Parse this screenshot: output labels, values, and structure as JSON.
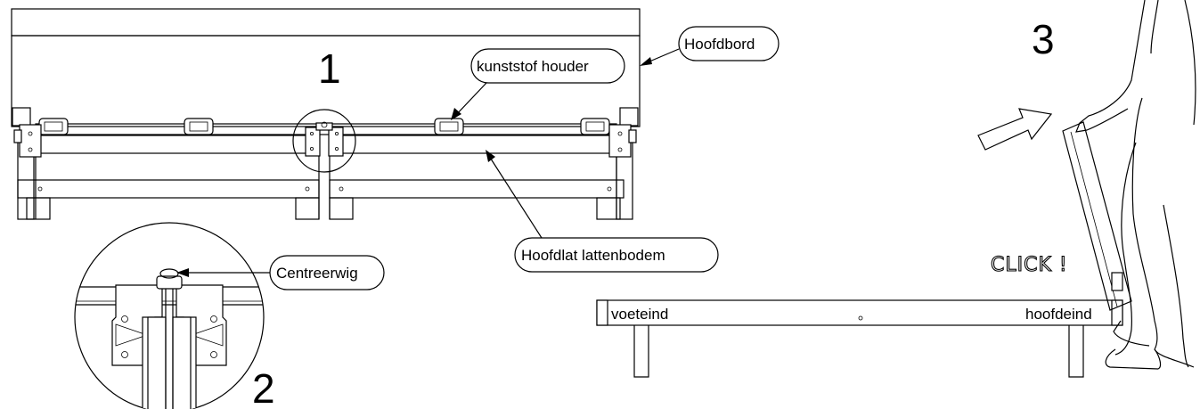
{
  "step_numbers": {
    "one": "1",
    "two": "2",
    "three": "3"
  },
  "callouts": {
    "headboard": "Hoofdbord",
    "plastic_holder": "kunststof houder",
    "head_slat": "Hoofdlat  lattenbodem",
    "centering_wedge": "Centreerwig"
  },
  "step3": {
    "sound": "CLICK !",
    "foot_end": "voeteind",
    "head_end": "hoofdeind"
  }
}
